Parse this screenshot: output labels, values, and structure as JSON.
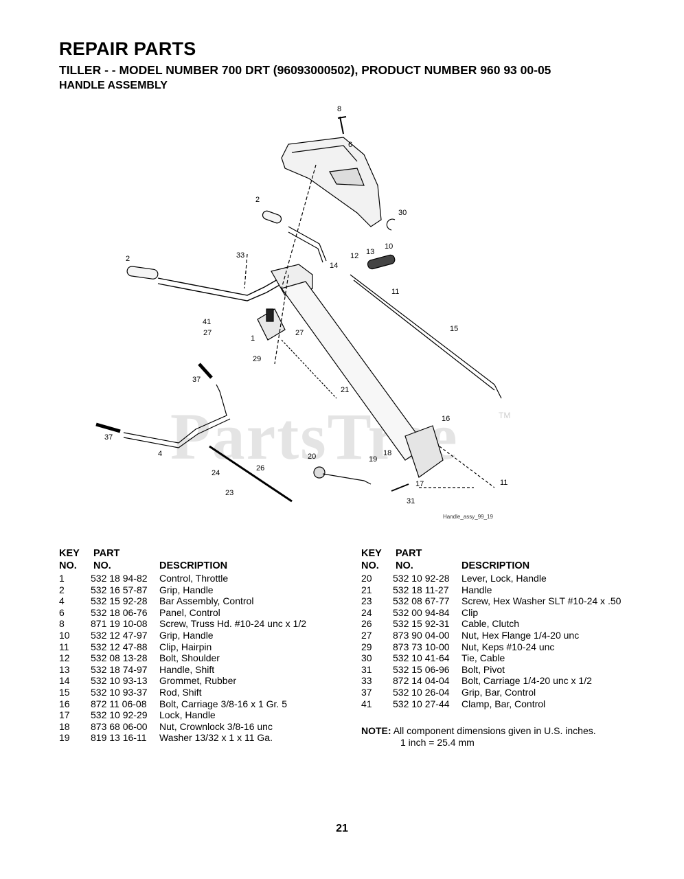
{
  "header": {
    "title": "REPAIR PARTS",
    "subtitle": "TILLER - - MODEL NUMBER 700 DRT (96093000502), PRODUCT NUMBER 960 93 00-05",
    "section": "HANDLE ASSEMBLY"
  },
  "diagram": {
    "watermark": "PartsTree",
    "watermark_tm": "TM",
    "caption": "Handle_assy_99_19",
    "callouts": [
      "8",
      "6",
      "2",
      "30",
      "10",
      "13",
      "12",
      "14",
      "33",
      "2",
      "11",
      "41",
      "27",
      "27",
      "1",
      "29",
      "15",
      "37",
      "21",
      "16",
      "37",
      "4",
      "20",
      "19",
      "18",
      "24",
      "26",
      "17",
      "11",
      "23",
      "31"
    ]
  },
  "table_headers": {
    "key": "KEY",
    "no": "NO.",
    "part": "PART",
    "part_no": "NO.",
    "description": "DESCRIPTION"
  },
  "parts_left": [
    {
      "key": "1",
      "part": "532 18 94-82",
      "desc": "Control, Throttle"
    },
    {
      "key": "2",
      "part": "532 16 57-87",
      "desc": "Grip, Handle"
    },
    {
      "key": "4",
      "part": "532 15 92-28",
      "desc": "Bar Assembly, Control"
    },
    {
      "key": "6",
      "part": "532 18 06-76",
      "desc": "Panel, Control"
    },
    {
      "key": "8",
      "part": "871 19 10-08",
      "desc": "Screw, Truss Hd. #10-24 unc x 1/2"
    },
    {
      "key": "10",
      "part": "532 12 47-97",
      "desc": "Grip, Handle"
    },
    {
      "key": "11",
      "part": "532 12 47-88",
      "desc": "Clip, Hairpin"
    },
    {
      "key": "12",
      "part": "532 08 13-28",
      "desc": "Bolt, Shoulder"
    },
    {
      "key": "13",
      "part": "532 18 74-97",
      "desc": "Handle, Shift"
    },
    {
      "key": "14",
      "part": "532 10 93-13",
      "desc": "Grommet, Rubber"
    },
    {
      "key": "15",
      "part": "532 10 93-37",
      "desc": "Rod, Shift"
    },
    {
      "key": "16",
      "part": "872 11 06-08",
      "desc": "Bolt, Carriage 3/8-16 x 1 Gr. 5"
    },
    {
      "key": "17",
      "part": "532 10 92-29",
      "desc": "Lock, Handle"
    },
    {
      "key": "18",
      "part": "873 68 06-00",
      "desc": "Nut, Crownlock 3/8-16 unc"
    },
    {
      "key": "19",
      "part": "819 13 16-11",
      "desc": "Washer 13/32 x 1 x 11 Ga."
    }
  ],
  "parts_right": [
    {
      "key": "20",
      "part": "532 10 92-28",
      "desc": "Lever, Lock, Handle"
    },
    {
      "key": "21",
      "part": "532 18 11-27",
      "desc": "Handle"
    },
    {
      "key": "23",
      "part": "532 08 67-77",
      "desc": "Screw, Hex Washer SLT #10-24 x .50"
    },
    {
      "key": "24",
      "part": "532 00 94-84",
      "desc": "Clip"
    },
    {
      "key": "26",
      "part": "532 15 92-31",
      "desc": "Cable, Clutch"
    },
    {
      "key": "27",
      "part": "873 90 04-00",
      "desc": "Nut, Hex Flange 1/4-20 unc"
    },
    {
      "key": "29",
      "part": "873 73 10-00",
      "desc": "Nut, Keps #10-24 unc"
    },
    {
      "key": "30",
      "part": "532 10 41-64",
      "desc": "Tie, Cable"
    },
    {
      "key": "31",
      "part": "532 15 06-96",
      "desc": "Bolt, Pivot"
    },
    {
      "key": "33",
      "part": "872 14 04-04",
      "desc": "Bolt, Carriage 1/4-20 unc x 1/2"
    },
    {
      "key": "37",
      "part": "532 10 26-04",
      "desc": "Grip, Bar, Control"
    },
    {
      "key": "41",
      "part": "532 10 27-44",
      "desc": "Clamp, Bar, Control"
    }
  ],
  "note": {
    "label": "NOTE:",
    "line1": "All component dimensions given in U.S. inches.",
    "line2": "1 inch = 25.4 mm"
  },
  "page_number": "21"
}
